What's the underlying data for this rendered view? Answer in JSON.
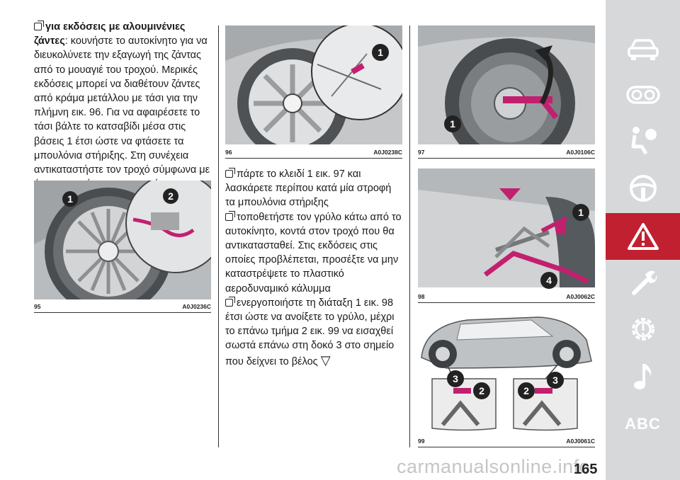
{
  "left_text": {
    "heading_bold": "για εκδόσεις με αλουμινένιες ζάντες",
    "heading_rest": ": κουνήστε το αυτοκίνητο για να διευκολύνετε την εξαγωγή της ζάντας από το μουαγιέ του τροχού. Μερικές εκδόσεις μπορεί να διαθέτουν ζάντες από κράμα μετάλλου με τάσι για την πλήμνη εικ. 96. Για να αφαιρέσετε το τάσι βάλτε το κατσαβίδι μέσα στις βάσεις 1 έτσι ώστε να φτάσετε τα μπουλόνια στήριξης. Στη συνέχεια αντικαταστήστε τον τροχό σύμφωνα με όσα περιγράφονται σε αυτό το κεφάλαιο"
  },
  "middle_text": {
    "items": [
      "πάρτε το κλειδί 1 εικ. 97 και λασκάρετε περίπου κατά μία στροφή τα μπουλόνια στήριξης",
      "τοποθετήστε τον γρύλο κάτω από το αυτοκίνητο, κοντά στον τροχό που θα αντικατασταθεί. Στις εκδόσεις στις οποίες προβλέπεται, προσέξτε να μην καταστρέψετε το πλαστικό αεροδυναμικό κάλυμμα",
      "ενεργοποιήστε τη διάταξη 1 εικ. 98 έτσι ώστε να ανοίξετε το γρύλο, μέχρι το επάνω τμήμα 2 εικ. 99 να εισαχθεί σωστά επάνω στη δοκό 3 στο σημείο που δείχνει το βέλος"
    ],
    "arrow_symbol": "▽"
  },
  "figures": {
    "fig95": {
      "num": "95",
      "code": "A0J0236C",
      "callouts": [
        "1",
        "2"
      ]
    },
    "fig96": {
      "num": "96",
      "code": "A0J0238C",
      "callouts": [
        "1"
      ]
    },
    "fig97": {
      "num": "97",
      "code": "A0J0106C",
      "callouts": [
        "1"
      ]
    },
    "fig98": {
      "num": "98",
      "code": "A0J0062C",
      "callouts": [
        "1",
        "4"
      ]
    },
    "fig99": {
      "num": "99",
      "code": "A0J0061C",
      "callouts": [
        "3",
        "2",
        "2",
        "3"
      ]
    }
  },
  "sidebar": {
    "items": [
      {
        "icon": "car-icon"
      },
      {
        "icon": "dashboard-gauges-icon"
      },
      {
        "icon": "airbag-seat-person-icon"
      },
      {
        "icon": "steering-wheel-icon"
      },
      {
        "icon": "warning-triangle-icon",
        "active": true
      },
      {
        "icon": "wrench-icon"
      },
      {
        "icon": "settings-gear-icon"
      },
      {
        "icon": "music-note-icon"
      },
      {
        "label": "ABC"
      }
    ],
    "active_color": "#c0202f",
    "background_color": "#d7d8da"
  },
  "page_number": "165",
  "watermark": "carmanualsonline.info"
}
